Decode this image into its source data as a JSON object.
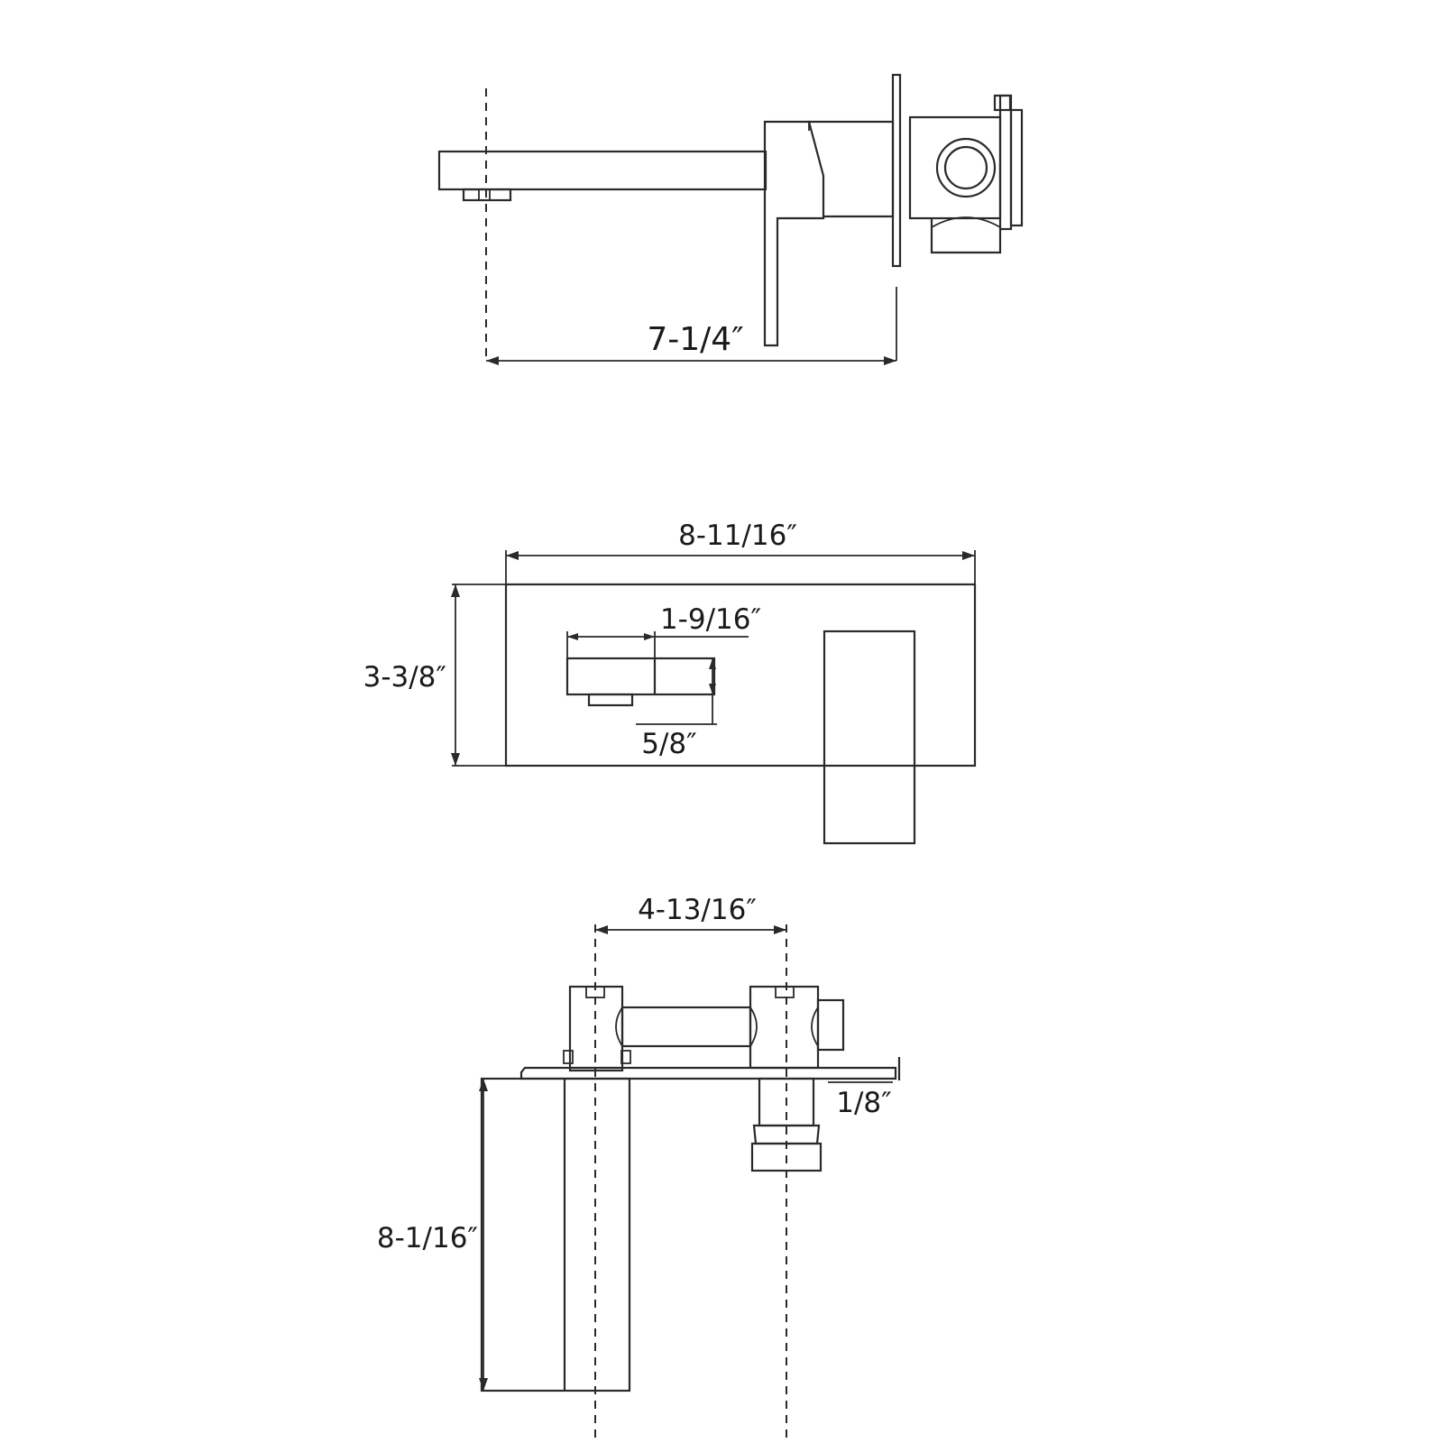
{
  "dimensions": {
    "spout_reach": "7-1/4″",
    "plate_width": "8-11/16″",
    "plate_height": "3-3/8″",
    "spout_width": "1-9/16″",
    "spout_height": "5/8″",
    "centers": "4-13/16″",
    "plate_thickness": "1/8″",
    "handle_length": "8-1/16″"
  }
}
